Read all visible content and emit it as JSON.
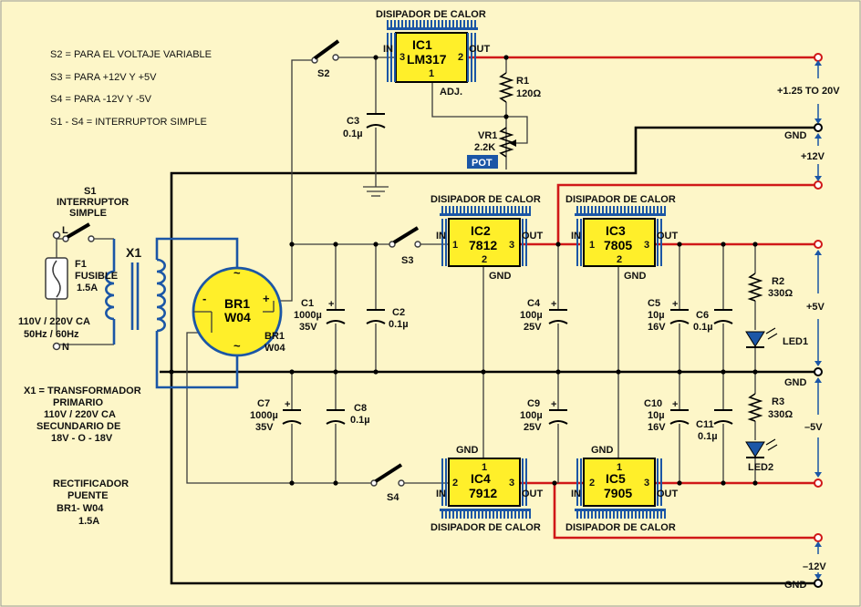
{
  "legend": {
    "s2": "S2 = PARA EL VOLTAJE VARIABLE",
    "s3": "S3 = PARA +12V  Y  +5V",
    "s4": "S4 = PARA  -12V  Y  -5V",
    "s1s4": "S1 - S4 = INTERRUPTOR SIMPLE"
  },
  "switches": {
    "s1": "S1",
    "s1_desc1": "INTERRUPTOR",
    "s1_desc2": "SIMPLE",
    "s2": "S2",
    "s3": "S3",
    "s4": "S4"
  },
  "transformer": {
    "label": "X1",
    "note1": "X1 = TRANSFORMADOR",
    "note2": "PRIMARIO",
    "note3": "110V / 220V CA",
    "note4": "SECUNDARIO DE",
    "note5": "18V - O - 18V"
  },
  "fuse": {
    "name": "F1",
    "type": "FUSIBLE",
    "rating": "1.5A"
  },
  "mains": {
    "l": "L",
    "n": "N",
    "v": "110V / 220V CA",
    "f": "50Hz / 60Hz"
  },
  "bridge": {
    "name": "BR1",
    "part": "W04",
    "name2": "BR1",
    "part2": "W04",
    "plus": "+",
    "minus": "-",
    "ac": "~",
    "note1": "RECTIFICADOR",
    "note2": "PUENTE",
    "note3": "BR1- W04",
    "note4": "1.5A"
  },
  "heatsink": "DISIPADOR DE CALOR",
  "ic1": {
    "name": "IC1",
    "part": "LM317",
    "in": "IN",
    "out": "OUT",
    "adj": "ADJ.",
    "p1": "1",
    "p2": "2",
    "p3": "3"
  },
  "ic2": {
    "name": "IC2",
    "part": "7812",
    "in": "IN",
    "out": "OUT",
    "gnd": "GND",
    "p1": "1",
    "p2": "2",
    "p3": "3"
  },
  "ic3": {
    "name": "IC3",
    "part": "7805",
    "in": "IN",
    "out": "OUT",
    "gnd": "GND",
    "p1": "1",
    "p2": "2",
    "p3": "3"
  },
  "ic4": {
    "name": "IC4",
    "part": "7912",
    "in": "IN",
    "out": "OUT",
    "gnd": "GND",
    "p1": "1",
    "p2": "2",
    "p3": "3"
  },
  "ic5": {
    "name": "IC5",
    "part": "7905",
    "in": "IN",
    "out": "OUT",
    "gnd": "GND",
    "p1": "1",
    "p2": "2",
    "p3": "3"
  },
  "r1": {
    "name": "R1",
    "value": "120Ω"
  },
  "vr1": {
    "name": "VR1",
    "value": "2.2K",
    "badge": "POT"
  },
  "r2": {
    "name": "R2",
    "value": "330Ω"
  },
  "r3": {
    "name": "R3",
    "value": "330Ω"
  },
  "led1": "LED1",
  "led2": "LED2",
  "c1": {
    "name": "C1",
    "v1": "1000µ",
    "v2": "35V"
  },
  "c2": {
    "name": "C2",
    "v1": "0.1µ"
  },
  "c3": {
    "name": "C3",
    "v1": "0.1µ"
  },
  "c4": {
    "name": "C4",
    "v1": "100µ",
    "v2": "25V"
  },
  "c5": {
    "name": "C5",
    "v1": "10µ",
    "v2": "16V"
  },
  "c6": {
    "name": "C6",
    "v1": "0.1µ"
  },
  "c7": {
    "name": "C7",
    "v1": "1000µ",
    "v2": "35V"
  },
  "c8": {
    "name": "C8",
    "v1": "0.1µ"
  },
  "c9": {
    "name": "C9",
    "v1": "100µ",
    "v2": "25V"
  },
  "c10": {
    "name": "C10",
    "v1": "10µ",
    "v2": "16V"
  },
  "c11": {
    "name": "C11",
    "v1": "0.1µ"
  },
  "outputs": {
    "var": "+1.25 TO 20V",
    "gnd": "GND",
    "p12": "+12V",
    "p5": "+5V",
    "m5": "–5V",
    "m12": "–12V"
  },
  "colors": {
    "background": "#fdf6c8",
    "ic_fill": "#ffef2a",
    "positive_rail": "#d01818",
    "ground": "#000000",
    "transformer": "#1b56a6"
  }
}
